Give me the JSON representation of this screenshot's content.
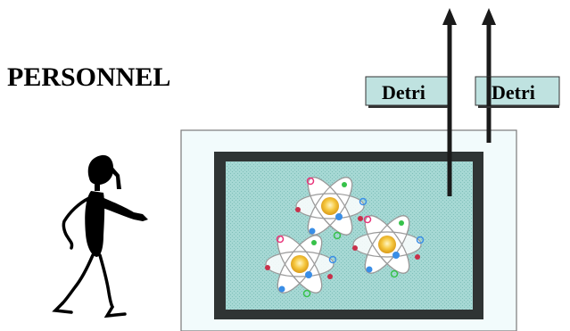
{
  "title": "PERSONNEL",
  "labels": {
    "left": "Detri",
    "right": "Detri"
  },
  "icons": {
    "person": "pointing-person-icon",
    "atoms": "atom-icon",
    "arrows": "up-arrow-icon"
  },
  "colors": {
    "outer_box_fill": "#f2fbfc",
    "outer_box_stroke": "#7a7a7a",
    "frame": "#2f3434",
    "inner_fill": "#9ed3cf",
    "label_fill": "#bfe2e0",
    "arrow": "#1a1a1a",
    "nucleus": "#f2c23a",
    "electron_colors": [
      "#e8337a",
      "#36c24a",
      "#3a8ee6",
      "#c8304a"
    ]
  }
}
